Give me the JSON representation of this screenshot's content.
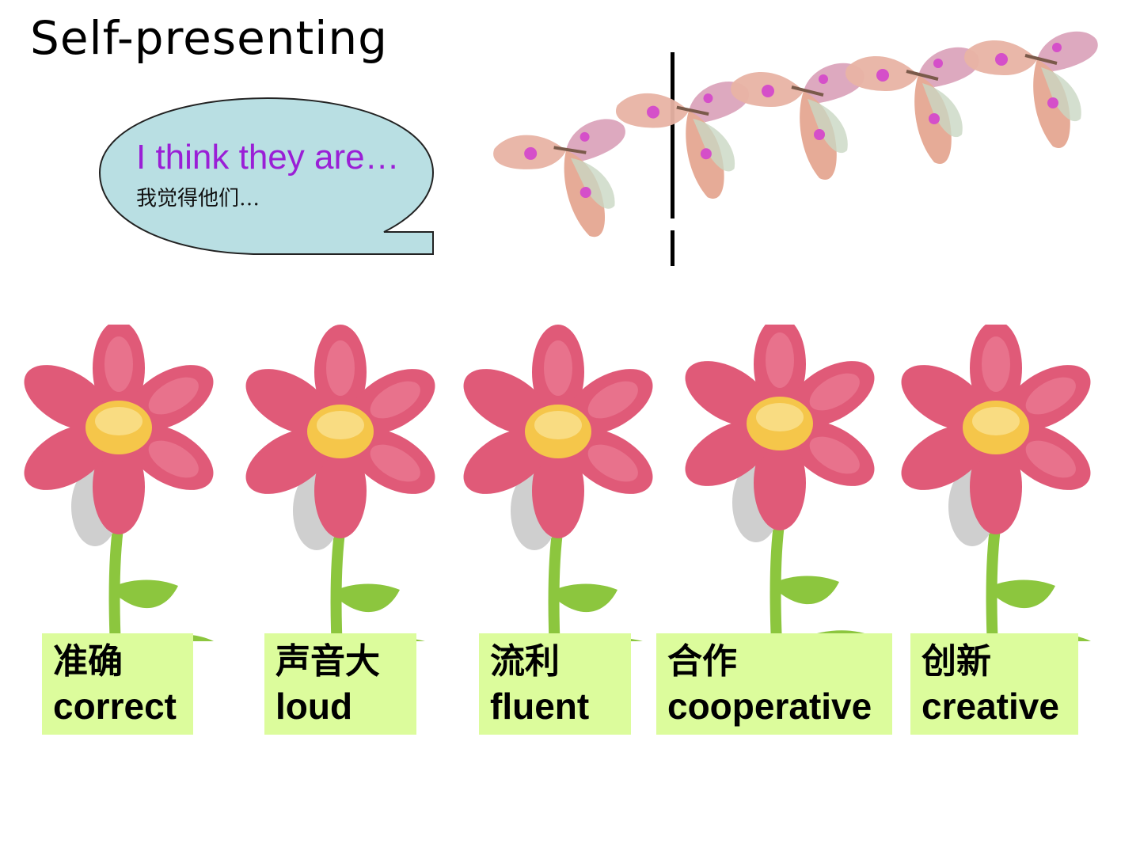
{
  "slide": {
    "title": "Self-presenting"
  },
  "bubble": {
    "english": "I think they are…",
    "chinese": "我觉得他们…"
  },
  "colors": {
    "bubble_fill": "#b9dfe3",
    "bubble_text": "#9a1fd6",
    "petal": "#e05a78",
    "center": "#f5c64a",
    "stem": "#8cc63e",
    "label_bg": "#dcfc9c"
  },
  "butterflies": [
    {
      "name": "butterfly-1"
    },
    {
      "name": "butterfly-2"
    },
    {
      "name": "butterfly-3"
    },
    {
      "name": "butterfly-4"
    },
    {
      "name": "butterfly-5"
    }
  ],
  "flowers": [
    {
      "zh": "准确",
      "en": "correct"
    },
    {
      "zh": "声音大",
      "en": "loud"
    },
    {
      "zh": "流利",
      "en": "fluent"
    },
    {
      "zh": "合作",
      "en": "cooperative"
    },
    {
      "zh": "创新",
      "en": "creative"
    }
  ]
}
